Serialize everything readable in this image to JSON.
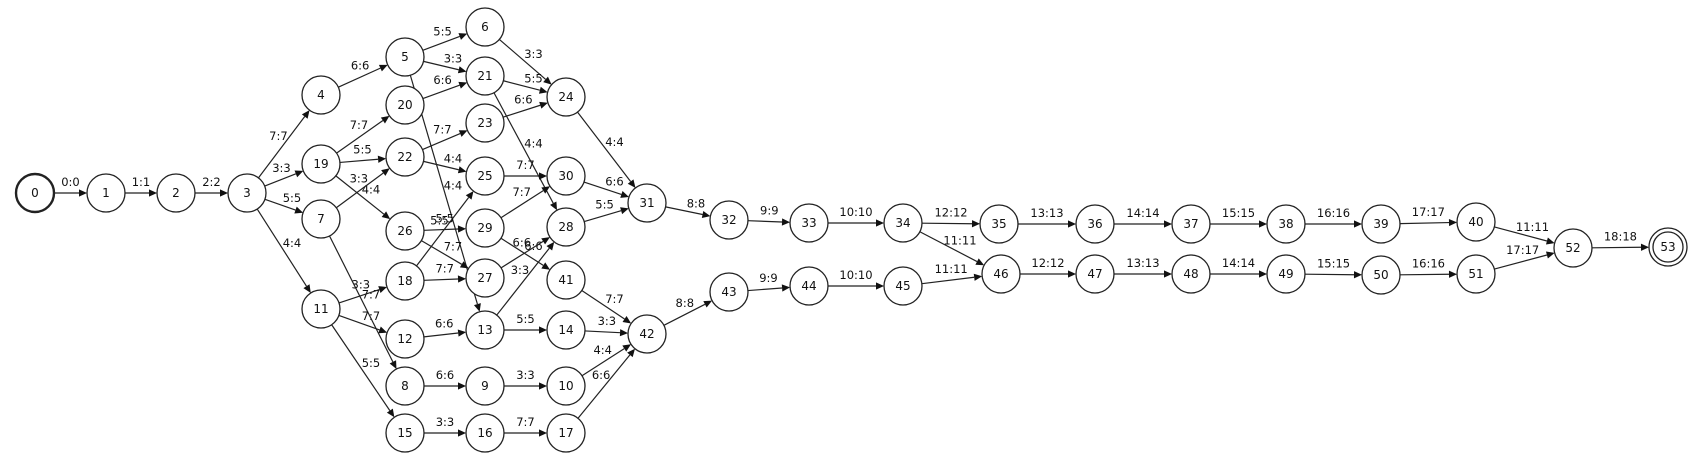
{
  "diagram": {
    "type": "directed-graph",
    "node_stroke": "#222222",
    "edge_stroke": "#222222",
    "background": "#ffffff",
    "start_node": "0",
    "accept_node": "53",
    "nodes": [
      "0",
      "1",
      "2",
      "3",
      "4",
      "5",
      "6",
      "7",
      "8",
      "9",
      "10",
      "11",
      "12",
      "13",
      "14",
      "15",
      "16",
      "17",
      "18",
      "19",
      "20",
      "21",
      "22",
      "23",
      "24",
      "25",
      "26",
      "27",
      "28",
      "29",
      "30",
      "31",
      "32",
      "33",
      "34",
      "35",
      "36",
      "37",
      "38",
      "39",
      "40",
      "41",
      "42",
      "43",
      "44",
      "45",
      "46",
      "47",
      "48",
      "49",
      "50",
      "51",
      "52",
      "53"
    ],
    "edges": [
      {
        "from": "0",
        "to": "1",
        "label": "0:0"
      },
      {
        "from": "1",
        "to": "2",
        "label": "1:1"
      },
      {
        "from": "2",
        "to": "3",
        "label": "2:2"
      },
      {
        "from": "3",
        "to": "4",
        "label": "7:7"
      },
      {
        "from": "3",
        "to": "19",
        "label": "3:3"
      },
      {
        "from": "3",
        "to": "7",
        "label": "5:5"
      },
      {
        "from": "3",
        "to": "11",
        "label": "4:4"
      },
      {
        "from": "4",
        "to": "5",
        "label": "6:6"
      },
      {
        "from": "5",
        "to": "6",
        "label": "5:5"
      },
      {
        "from": "5",
        "to": "21",
        "label": "3:3"
      },
      {
        "from": "5",
        "to": "13",
        "label": "4:4"
      },
      {
        "from": "6",
        "to": "24",
        "label": "3:3"
      },
      {
        "from": "20",
        "to": "21",
        "label": "6:6"
      },
      {
        "from": "21",
        "to": "24",
        "label": "5:5"
      },
      {
        "from": "21",
        "to": "28",
        "label": "4:4"
      },
      {
        "from": "24",
        "to": "31",
        "label": "4:4"
      },
      {
        "from": "19",
        "to": "20",
        "label": "7:7"
      },
      {
        "from": "19",
        "to": "22",
        "label": "5:5"
      },
      {
        "from": "19",
        "to": "26",
        "label": "4:4"
      },
      {
        "from": "7",
        "to": "22",
        "label": "3:3"
      },
      {
        "from": "7",
        "to": "8",
        "label": "7:7"
      },
      {
        "from": "22",
        "to": "23",
        "label": "7:7"
      },
      {
        "from": "22",
        "to": "25",
        "label": "4:4"
      },
      {
        "from": "23",
        "to": "24",
        "label": "6:6"
      },
      {
        "from": "18",
        "to": "25",
        "label": "5:5"
      },
      {
        "from": "25",
        "to": "30",
        "label": "7:7"
      },
      {
        "from": "26",
        "to": "29",
        "label": "5:5"
      },
      {
        "from": "26",
        "to": "27",
        "label": "7:7"
      },
      {
        "from": "29",
        "to": "30",
        "label": "7:7"
      },
      {
        "from": "29",
        "to": "41",
        "label": "6:6"
      },
      {
        "from": "30",
        "to": "31",
        "label": "6:6"
      },
      {
        "from": "27",
        "to": "28",
        "label": "6:6"
      },
      {
        "from": "13",
        "to": "28",
        "label": "3:3"
      },
      {
        "from": "28",
        "to": "31",
        "label": "5:5"
      },
      {
        "from": "31",
        "to": "32",
        "label": "8:8"
      },
      {
        "from": "32",
        "to": "33",
        "label": "9:9"
      },
      {
        "from": "33",
        "to": "34",
        "label": "10:10"
      },
      {
        "from": "34",
        "to": "35",
        "label": "12:12"
      },
      {
        "from": "34",
        "to": "46",
        "label": "11:11"
      },
      {
        "from": "35",
        "to": "36",
        "label": "13:13"
      },
      {
        "from": "36",
        "to": "37",
        "label": "14:14"
      },
      {
        "from": "37",
        "to": "38",
        "label": "15:15"
      },
      {
        "from": "38",
        "to": "39",
        "label": "16:16"
      },
      {
        "from": "39",
        "to": "40",
        "label": "17:17"
      },
      {
        "from": "40",
        "to": "52",
        "label": "11:11"
      },
      {
        "from": "11",
        "to": "18",
        "label": "3:3"
      },
      {
        "from": "11",
        "to": "12",
        "label": "7:7"
      },
      {
        "from": "11",
        "to": "15",
        "label": "5:5"
      },
      {
        "from": "18",
        "to": "27",
        "label": "7:7"
      },
      {
        "from": "12",
        "to": "13",
        "label": "6:6"
      },
      {
        "from": "13",
        "to": "14",
        "label": "5:5"
      },
      {
        "from": "8",
        "to": "9",
        "label": "6:6"
      },
      {
        "from": "9",
        "to": "10",
        "label": "3:3"
      },
      {
        "from": "15",
        "to": "16",
        "label": "3:3"
      },
      {
        "from": "16",
        "to": "17",
        "label": "7:7"
      },
      {
        "from": "41",
        "to": "42",
        "label": "7:7"
      },
      {
        "from": "14",
        "to": "42",
        "label": "3:3"
      },
      {
        "from": "10",
        "to": "42",
        "label": "4:4"
      },
      {
        "from": "17",
        "to": "42",
        "label": "6:6"
      },
      {
        "from": "42",
        "to": "43",
        "label": "8:8"
      },
      {
        "from": "43",
        "to": "44",
        "label": "9:9"
      },
      {
        "from": "44",
        "to": "45",
        "label": "10:10"
      },
      {
        "from": "45",
        "to": "46",
        "label": "11:11"
      },
      {
        "from": "46",
        "to": "47",
        "label": "12:12"
      },
      {
        "from": "47",
        "to": "48",
        "label": "13:13"
      },
      {
        "from": "48",
        "to": "49",
        "label": "14:14"
      },
      {
        "from": "49",
        "to": "50",
        "label": "15:15"
      },
      {
        "from": "50",
        "to": "51",
        "label": "16:16"
      },
      {
        "from": "51",
        "to": "52",
        "label": "17:17"
      },
      {
        "from": "52",
        "to": "53",
        "label": "18:18"
      }
    ]
  }
}
